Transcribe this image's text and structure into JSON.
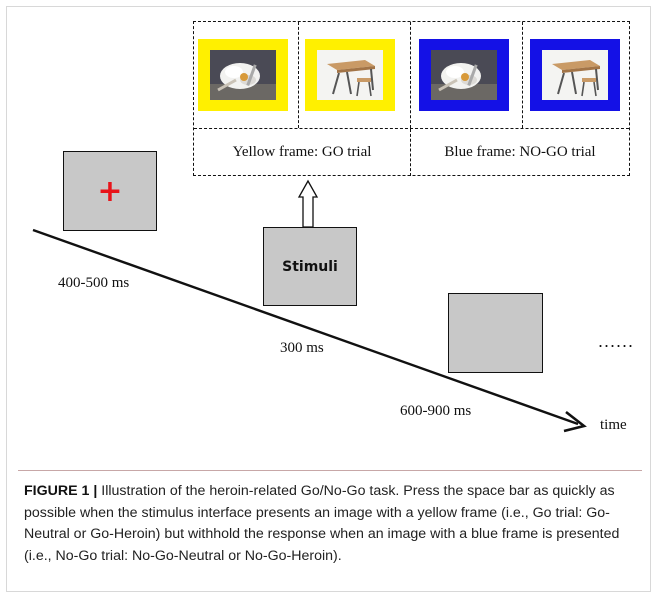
{
  "diagram": {
    "stimulus_captions": {
      "go": "Yellow frame: GO trial",
      "nogo": "Blue frame: NO-GO trial"
    },
    "frames": [
      {
        "color": "#fff000",
        "content": "heroin-image"
      },
      {
        "color": "#fff000",
        "content": "neutral-desk-image"
      },
      {
        "color": "#1411e6",
        "content": "heroin-image"
      },
      {
        "color": "#1411e6",
        "content": "neutral-desk-image"
      }
    ],
    "fixation_symbol": "+",
    "stimuli_label": "Stimuli",
    "durations": {
      "fixation": "400-500 ms",
      "stimuli": "300 ms",
      "blank": "600-900 ms"
    },
    "time_label": "time",
    "ellipsis": "......"
  },
  "caption": {
    "label": "FIGURE 1 |",
    "text": " Illustration of the heroin-related Go/No-Go task. Press the space bar as quickly as possible when the stimulus interface presents an image with a yellow frame (i.e., Go trial: Go-Neutral or Go-Heroin) but withhold the response when an image with a blue frame is presented (i.e., No-Go trial: No-Go-Neutral or No-Go-Heroin)."
  }
}
